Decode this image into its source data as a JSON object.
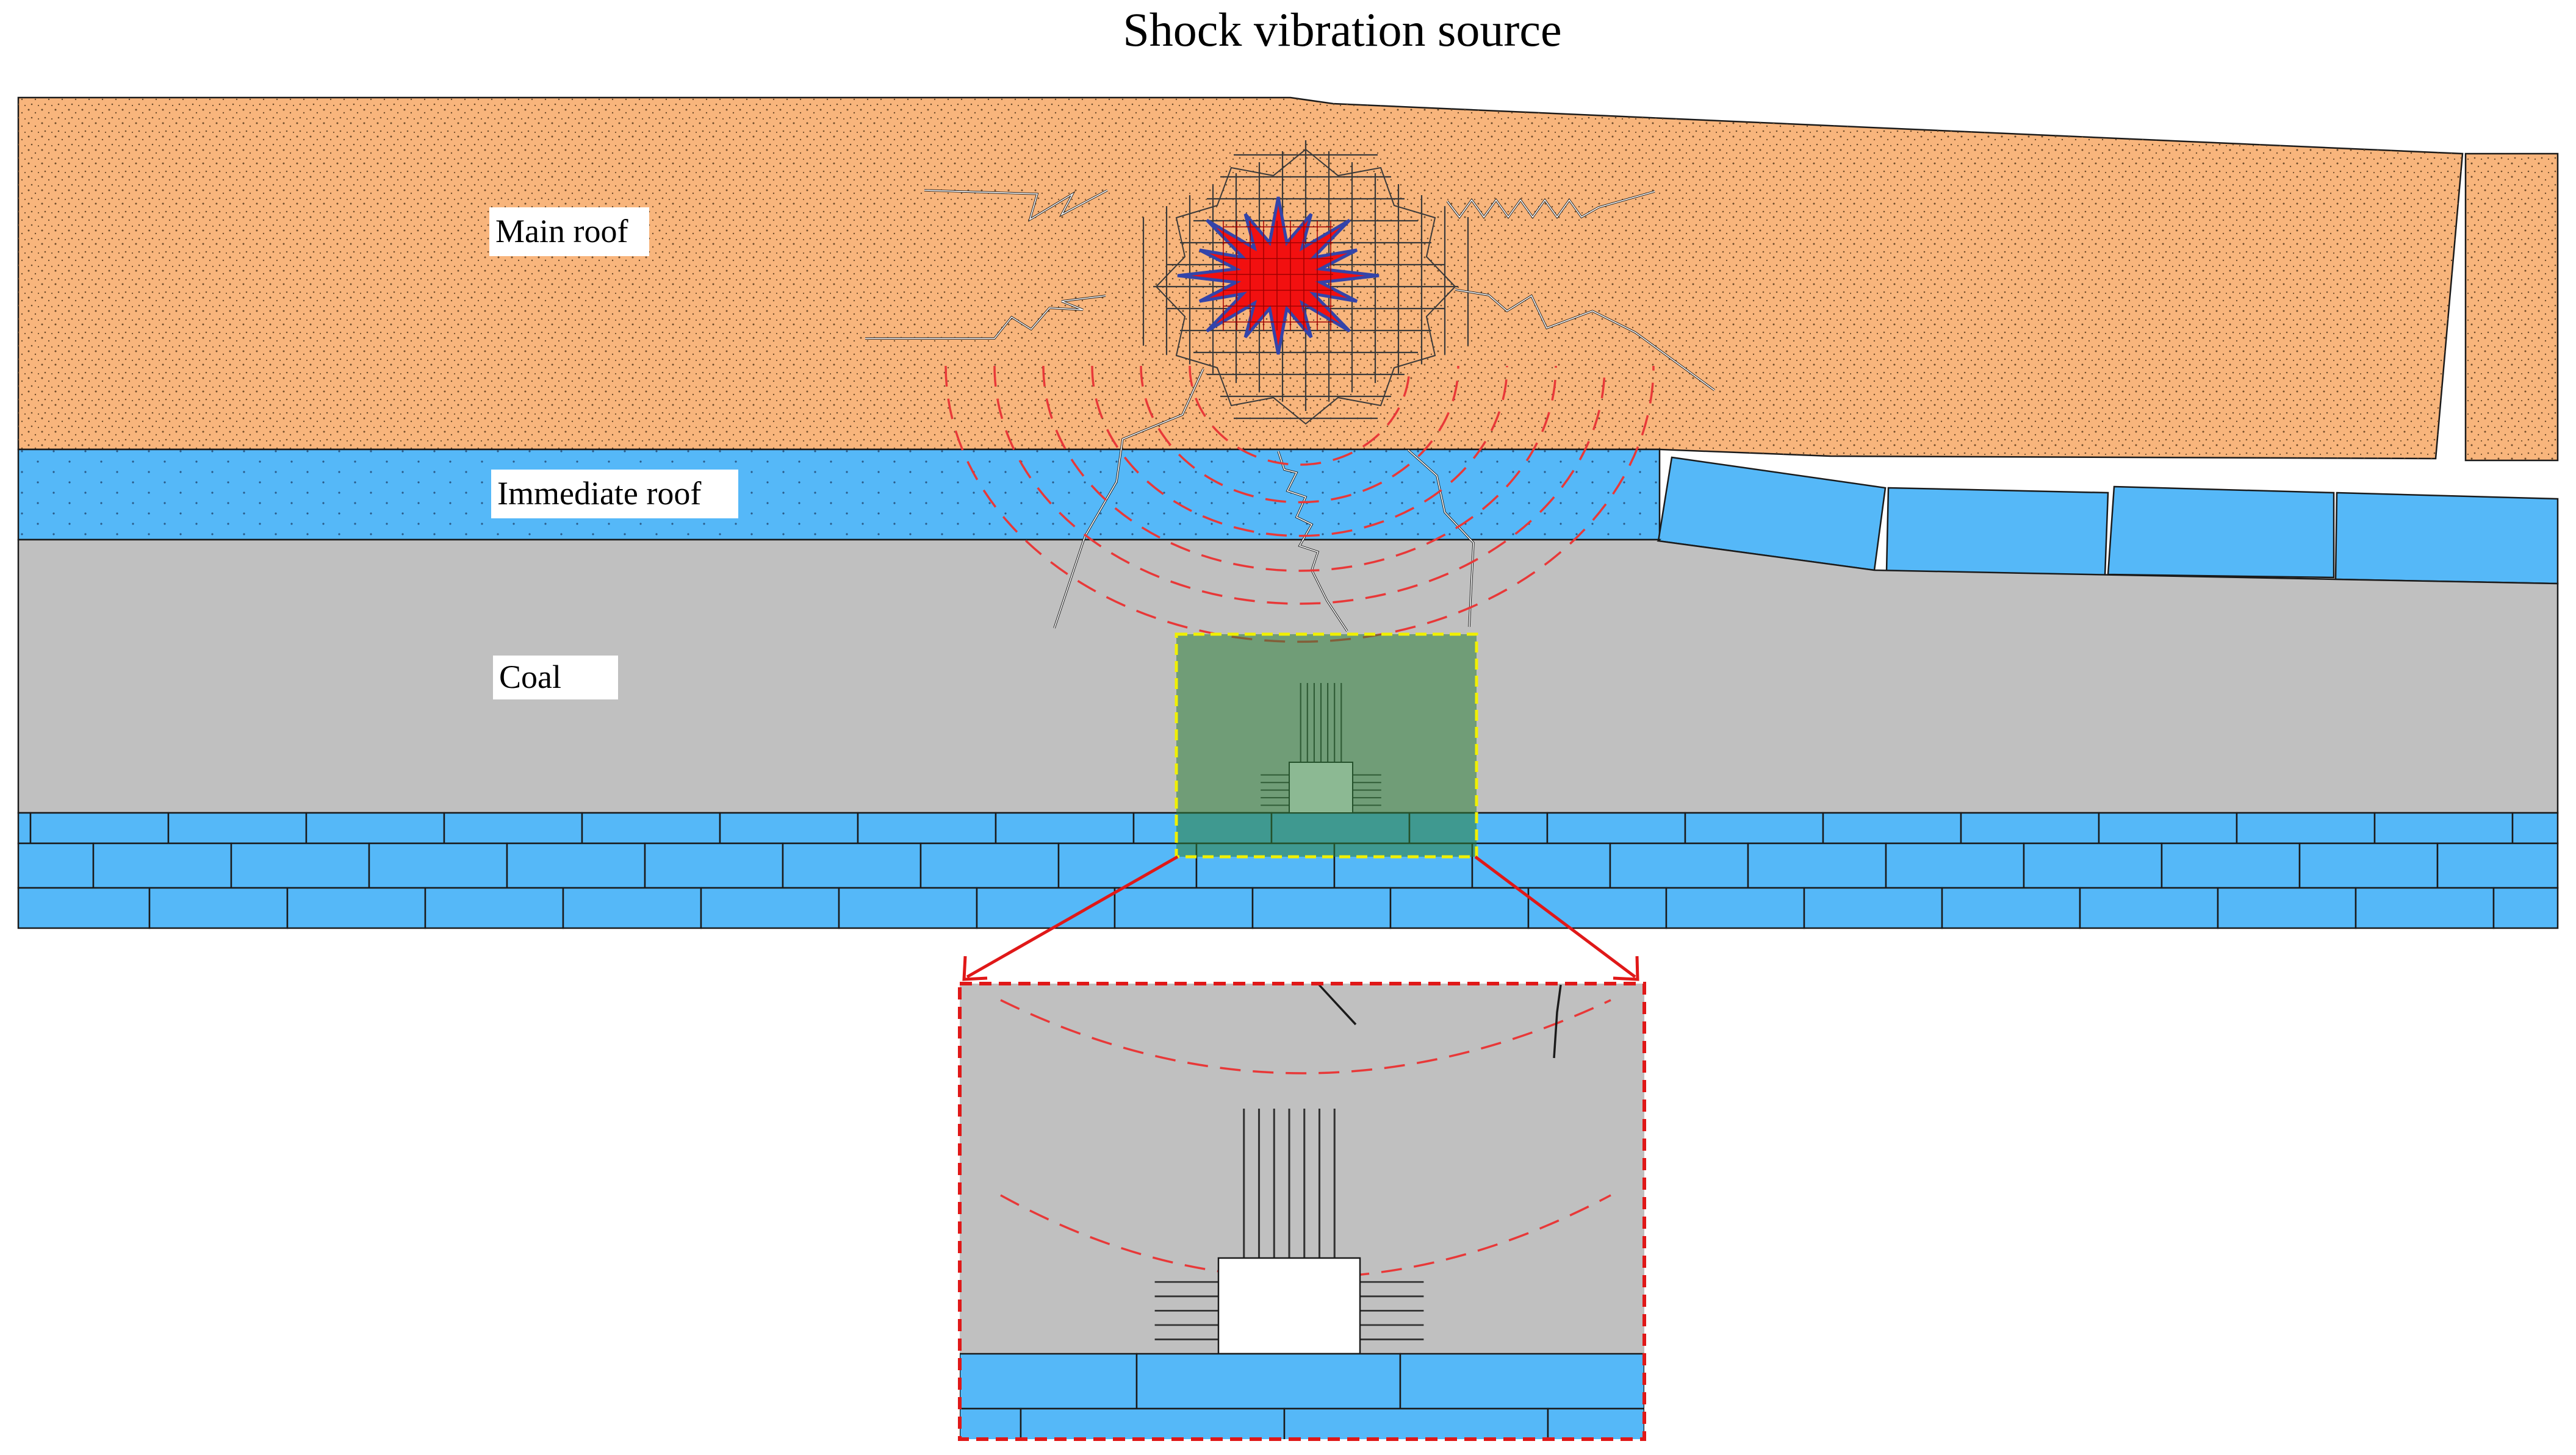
{
  "title": "Shock vibration source",
  "labels": {
    "main_roof": "Main roof",
    "immediate_roof": "Immediate roof",
    "coal": "Coal"
  },
  "colors": {
    "main_roof": "#F8B57C",
    "immediate_roof": "#55B8F8",
    "coal": "#C0C0C0",
    "floor_bricks": "#55B8F8",
    "explosion": "#F21010",
    "explosion_outline": "#3344AA",
    "seismic_waves": "#E83838",
    "highlight_box": "#F0F000",
    "highlight_fill": "#2E7F3A",
    "zoom_frame": "#E01818",
    "roadway": "#FFFFFF"
  },
  "icons": [
    "explosion-icon",
    "seismic-wave-icon",
    "crack-icon",
    "zoom-arrow-icon"
  ]
}
